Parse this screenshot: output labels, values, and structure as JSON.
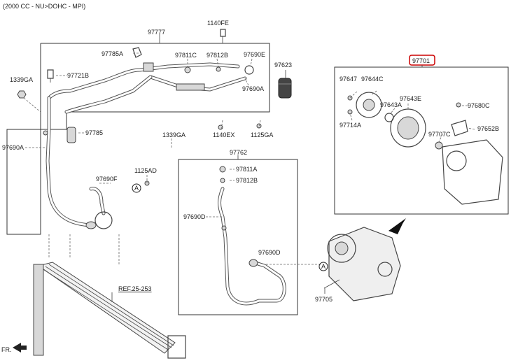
{
  "header": {
    "subtitle": "(2000 CC - NU>DOHC - MPI)"
  },
  "labels": {
    "l97777": "97777",
    "l1140FE": "1140FE",
    "l97785A": "97785A",
    "l97811C": "97811C",
    "l97812B_top": "97812B",
    "l97690E": "97690E",
    "l97623": "97623",
    "l1339GA_left": "1339GA",
    "l97721B": "97721B",
    "l97690A_mid": "97690A",
    "l97785": "97785",
    "l97690A_left": "97690A",
    "l1140EX": "1140EX",
    "l1125GA": "1125GA",
    "l1339GA_mid": "1339GA",
    "l1125AD": "1125AD",
    "l97690F": "97690F",
    "l97762": "97762",
    "l97811A": "97811A",
    "l97812B_mid": "97812B",
    "l97690D_left": "97690D",
    "l97690D_right": "97690D",
    "l97701": "97701",
    "l97647": "97647",
    "l97644C": "97644C",
    "l97643E": "97643E",
    "l97643A": "97643A",
    "l97680C": "97680C",
    "l97714A": "97714A",
    "l97652B": "97652B",
    "l97707C": "97707C",
    "l97705": "97705",
    "ref": "REF.25-253",
    "fr": "FR.",
    "circleA_left": "A",
    "circleA_right": "A"
  },
  "colors": {
    "highlight": "#cc0000",
    "line": "#333333"
  }
}
